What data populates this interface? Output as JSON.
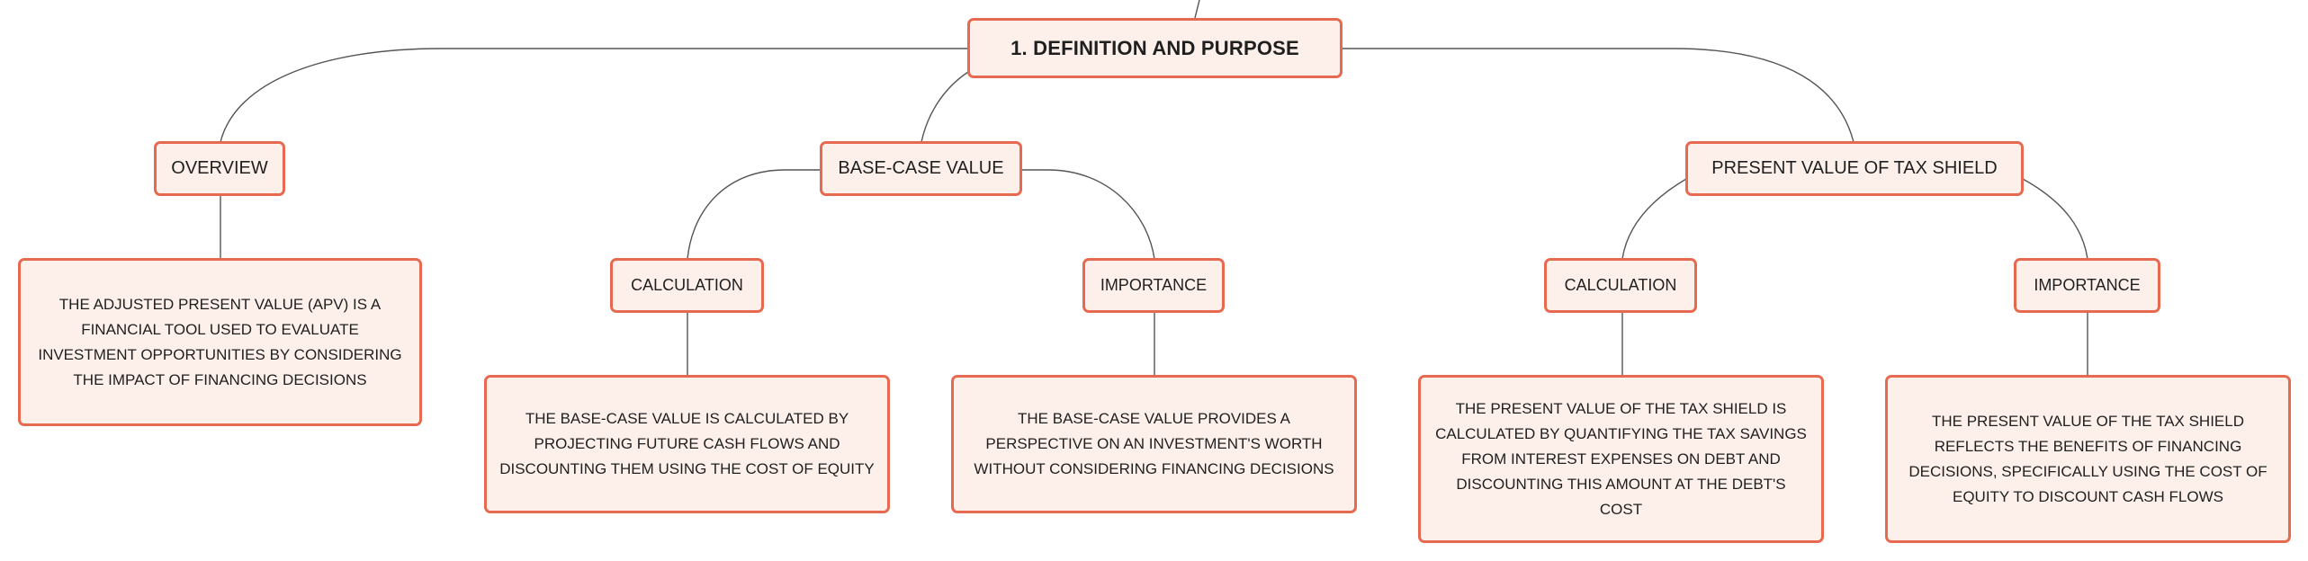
{
  "root": {
    "label": "1. DEFINITION AND PURPOSE"
  },
  "overview": {
    "label": "OVERVIEW",
    "text": "THE ADJUSTED PRESENT VALUE (APV) IS A FINANCIAL TOOL USED TO EVALUATE INVESTMENT OPPORTUNITIES BY CONSIDERING THE IMPACT OF FINANCING DECISIONS"
  },
  "base_case": {
    "label": "BASE-CASE VALUE",
    "calculation": {
      "label": "CALCULATION",
      "text": "THE BASE-CASE VALUE IS CALCULATED BY PROJECTING FUTURE CASH FLOWS AND DISCOUNTING THEM USING THE COST OF EQUITY"
    },
    "importance": {
      "label": "IMPORTANCE",
      "text": "THE BASE-CASE VALUE PROVIDES A PERSPECTIVE ON AN INVESTMENT'S WORTH WITHOUT CONSIDERING FINANCING DECISIONS"
    }
  },
  "tax_shield": {
    "label": "PRESENT VALUE OF TAX SHIELD",
    "calculation": {
      "label": "CALCULATION",
      "text": "THE PRESENT VALUE OF THE TAX SHIELD IS CALCULATED BY QUANTIFYING THE TAX SAVINGS FROM INTEREST EXPENSES ON DEBT AND DISCOUNTING THIS AMOUNT AT THE DEBT'S COST"
    },
    "importance": {
      "label": "IMPORTANCE",
      "text": "THE PRESENT VALUE OF THE TAX SHIELD REFLECTS THE BENEFITS OF FINANCING DECISIONS, SPECIFICALLY USING THE COST OF EQUITY TO DISCOUNT CASH FLOWS"
    }
  },
  "colors": {
    "node_fill": "#fdf0eb",
    "node_border": "#e76a50",
    "connector": "#555555"
  }
}
